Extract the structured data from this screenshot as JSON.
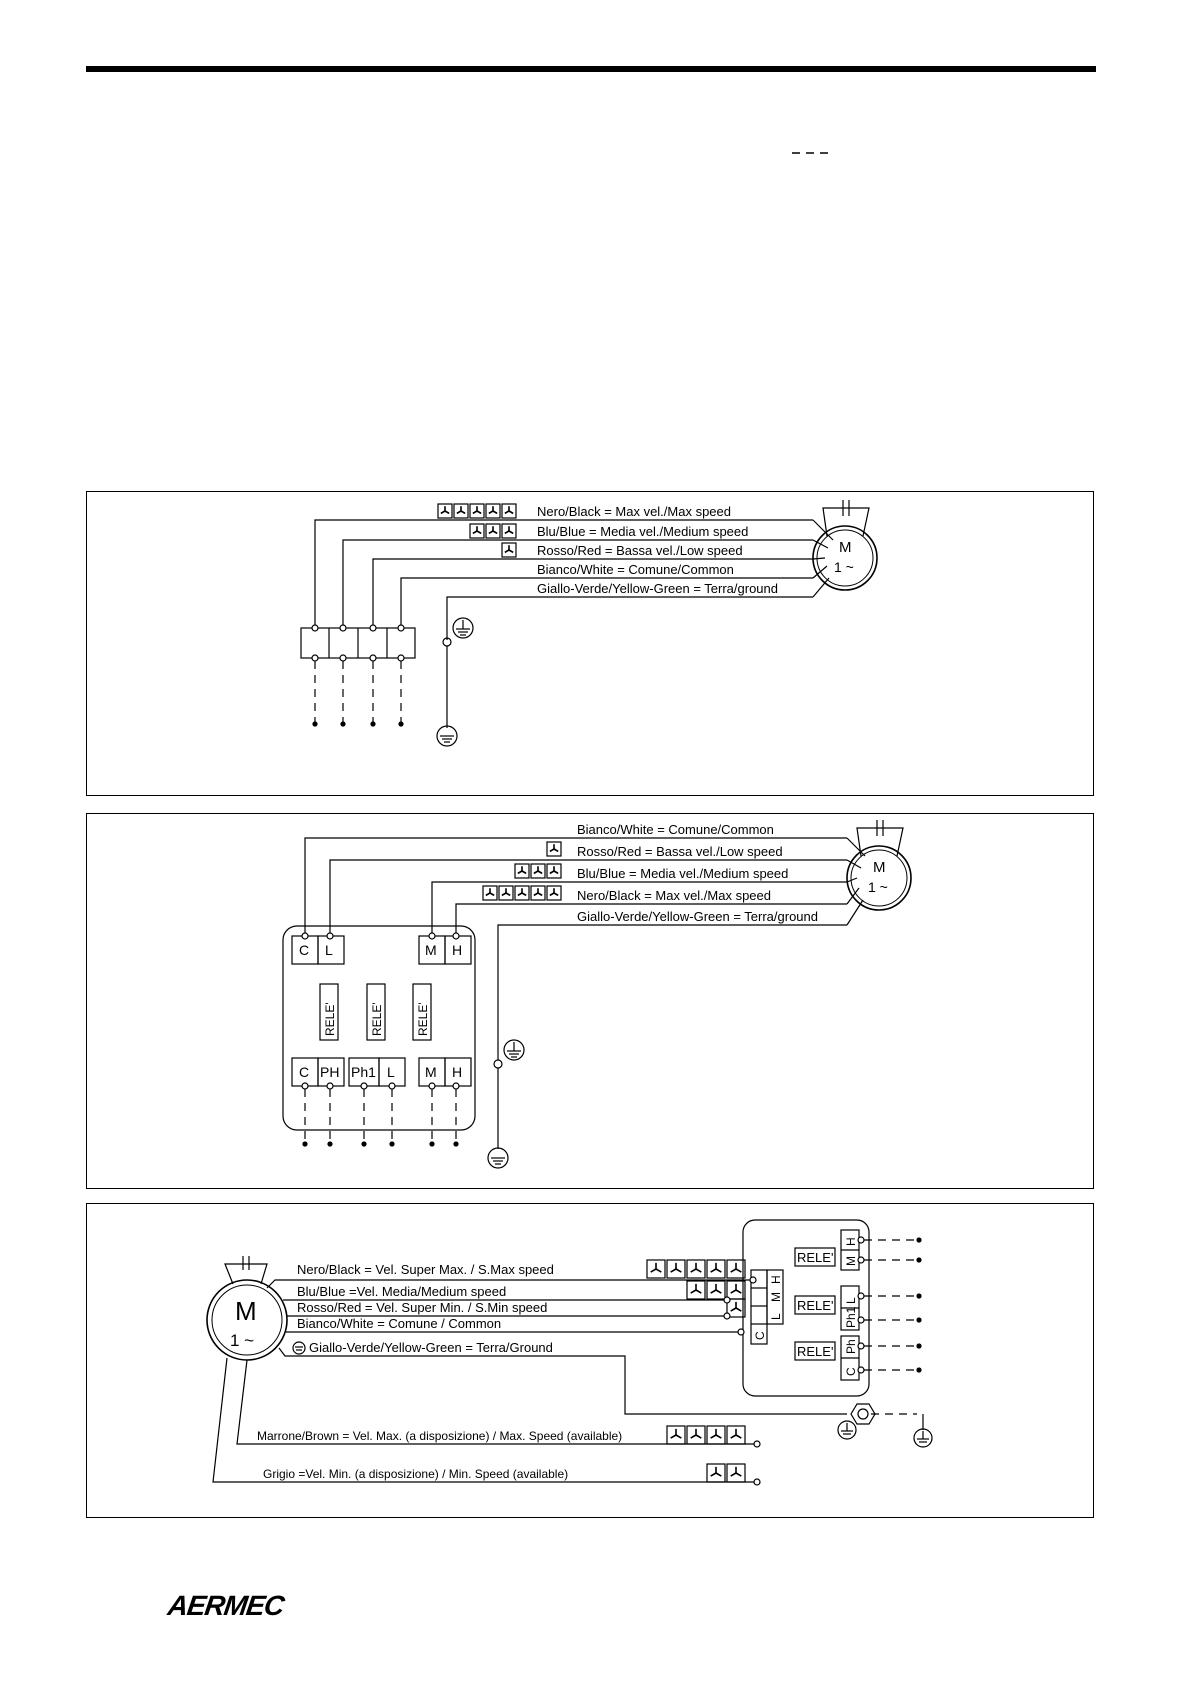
{
  "brand": {
    "logo_text": "AERMEC"
  },
  "panel1": {
    "wires": [
      {
        "label": "Nero/Black = Max vel./Max speed",
        "fans": 5
      },
      {
        "label": "Blu/Blue = Media vel./Medium speed",
        "fans": 3
      },
      {
        "label": "Rosso/Red = Bassa vel./Low speed",
        "fans": 1
      },
      {
        "label": "Bianco/White = Comune/Common",
        "fans": 0
      },
      {
        "label": "Giallo-Verde/Yellow-Green = Terra/ground",
        "fans": 0
      }
    ],
    "motor": {
      "letter": "M",
      "phase": "1 ~"
    }
  },
  "panel2": {
    "wires": [
      {
        "label": "Bianco/White = Comune/Common",
        "fans": 0
      },
      {
        "label": "Rosso/Red = Bassa vel./Low speed",
        "fans": 1
      },
      {
        "label": "Blu/Blue = Media vel./Medium speed",
        "fans": 3
      },
      {
        "label": "Nero/Black = Max vel./Max speed",
        "fans": 5
      },
      {
        "label": "Giallo-Verde/Yellow-Green = Terra/ground",
        "fans": 0
      }
    ],
    "motor": {
      "letter": "M",
      "phase": "1 ~"
    },
    "top_terminals": [
      "C",
      "L",
      "M",
      "H"
    ],
    "relays": [
      "RELE'",
      "RELE'",
      "RELE'"
    ],
    "bottom_terminals": [
      "C",
      "PH",
      "Ph1",
      "L",
      "M",
      "H"
    ]
  },
  "panel3": {
    "motor": {
      "letter": "M",
      "phase": "1 ~"
    },
    "wires": [
      {
        "label": "Nero/Black = Vel. Super Max. / S.Max speed",
        "fans": 5
      },
      {
        "label": "Blu/Blue =Vel. Media/Medium speed",
        "fans": 3
      },
      {
        "label": "Rosso/Red = Vel. Super Min. / S.Min speed",
        "fans": 1
      },
      {
        "label": "Bianco/White = Comune / Common",
        "fans": 0
      },
      {
        "label": "Giallo-Verde/Yellow-Green = Terra/Ground",
        "fans": 0
      },
      {
        "label": "Marrone/Brown = Vel. Max. (a disposizione) / Max. Speed (available)",
        "fans": 4
      },
      {
        "label": "Grigio =Vel. Min. (a disposizione) / Min. Speed (available)",
        "fans": 2
      }
    ],
    "left_terminals": [
      "H",
      "M",
      "L",
      "C"
    ],
    "relays": [
      "RELE'",
      "RELE'",
      "RELE'"
    ],
    "right_terminal_groups": [
      [
        "H",
        "M"
      ],
      [
        "L",
        "Ph1"
      ],
      [
        "Ph",
        "C"
      ]
    ]
  }
}
